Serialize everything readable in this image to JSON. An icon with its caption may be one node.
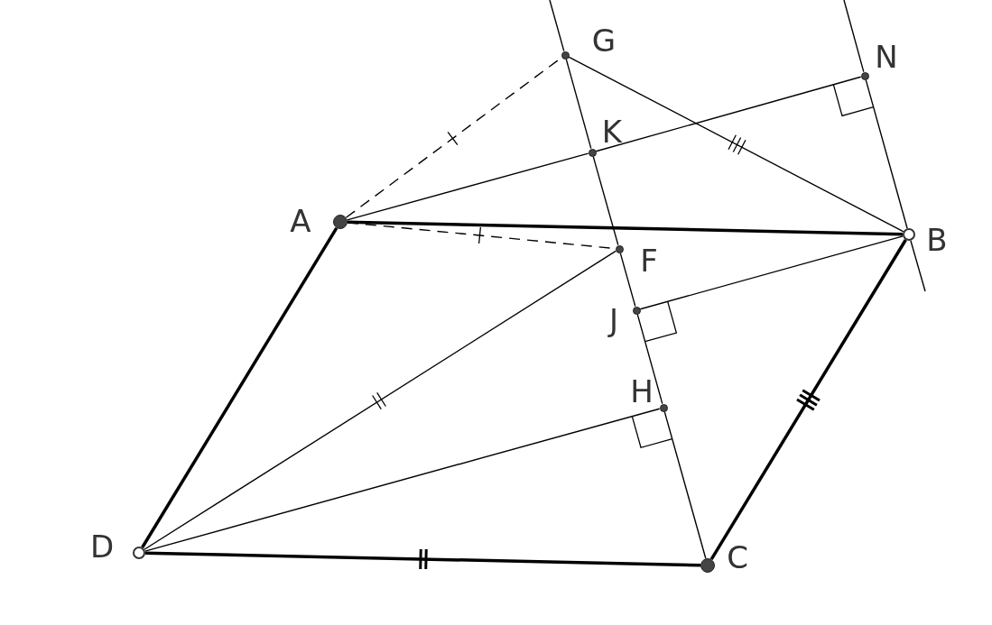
{
  "diagram": {
    "nodes": [
      {
        "text": [
          "G"
        ]
      },
      {
        "text": [
          "N"
        ]
      },
      {
        "text": [
          "K"
        ]
      },
      {
        "text": [
          "A"
        ]
      },
      {
        "text": [
          "B"
        ]
      },
      {
        "text": [
          "F"
        ]
      },
      {
        "text": [
          "J"
        ]
      },
      {
        "text": [
          "H"
        ]
      },
      {
        "text": [
          "D"
        ]
      },
      {
        "text": [
          "C"
        ]
      }
    ],
    "edges": [
      {
        "from": 3,
        "to": 4,
        "arrow": "none",
        "style": "thick"
      },
      {
        "from": 4,
        "to": 9,
        "arrow": "none",
        "style": "thick"
      },
      {
        "from": 9,
        "to": 8,
        "arrow": "none",
        "style": "thick"
      },
      {
        "from": 8,
        "to": 3,
        "arrow": "none",
        "style": "thick"
      },
      {
        "from": 0,
        "to": 4,
        "arrow": "none"
      },
      {
        "from": 3,
        "to": 2,
        "arrow": "none"
      },
      {
        "from": 2,
        "to": 1,
        "arrow": "none"
      },
      {
        "from": null,
        "to": 0,
        "arrow": "none"
      },
      {
        "from": 0,
        "to": 2,
        "arrow": "none"
      },
      {
        "from": 2,
        "to": 5,
        "arrow": "none"
      },
      {
        "from": 5,
        "to": 6,
        "arrow": "none"
      },
      {
        "from": 6,
        "to": 7,
        "arrow": "none"
      },
      {
        "from": 7,
        "to": 9,
        "arrow": "none"
      },
      {
        "from": null,
        "to": 1,
        "arrow": "none"
      },
      {
        "from": 1,
        "to": 4,
        "arrow": "none"
      },
      {
        "from": 4,
        "to": null,
        "arrow": "none"
      },
      {
        "from": 3,
        "to": 0,
        "arrow": "none",
        "style": "dashed"
      },
      {
        "from": 3,
        "to": 5,
        "arrow": "none",
        "style": "dashed"
      },
      {
        "from": 8,
        "to": 5,
        "arrow": "none"
      },
      {
        "from": 8,
        "to": 7,
        "arrow": "none"
      },
      {
        "from": 4,
        "to": 6,
        "arrow": "none"
      }
    ]
  }
}
